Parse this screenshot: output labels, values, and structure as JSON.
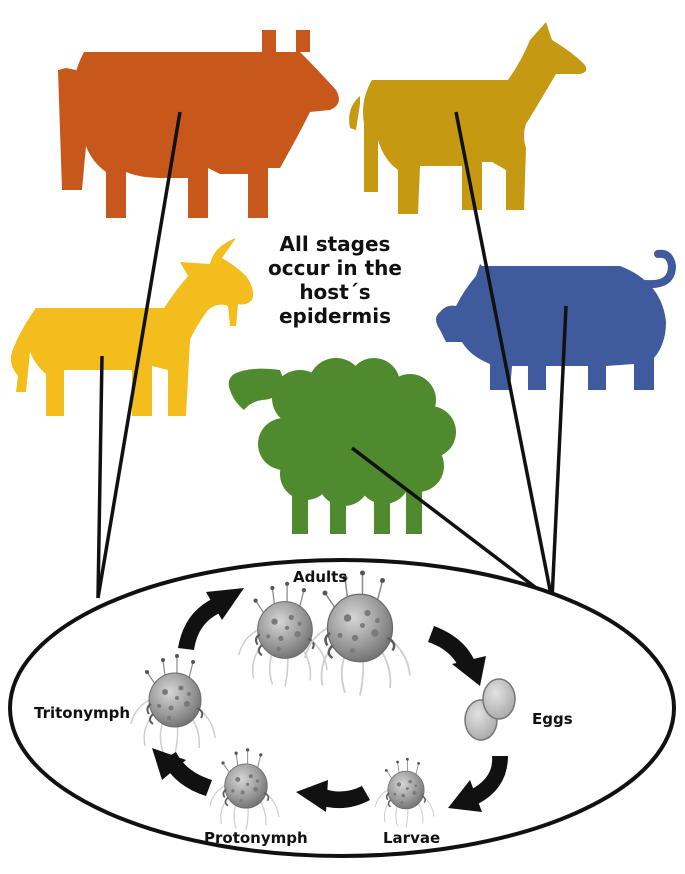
{
  "caption_lines": [
    "All stages",
    "occur in the",
    "host´s",
    "epidermis"
  ],
  "stages": {
    "adults": "Adults",
    "eggs": "Eggs",
    "larvae": "Larvae",
    "protonymph": "Protonymph",
    "tritonymph": "Tritonymph"
  },
  "colors": {
    "cow": "#c8571b",
    "horse": "#c59a12",
    "goat": "#f2bd1d",
    "pig": "#3f5b9e",
    "sheep": "#4f8a2e",
    "mite": "#9b9b9b",
    "egg": "#bdbdbd",
    "line": "#111111"
  }
}
